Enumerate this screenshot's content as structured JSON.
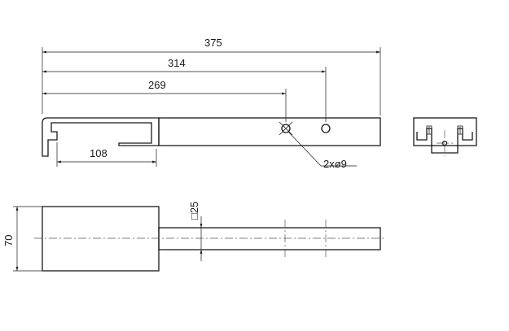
{
  "dimensions": {
    "d375": "375",
    "d314": "314",
    "d269": "269",
    "d108": "108",
    "holes": "2xø9",
    "square": "□25",
    "d70": "70"
  }
}
